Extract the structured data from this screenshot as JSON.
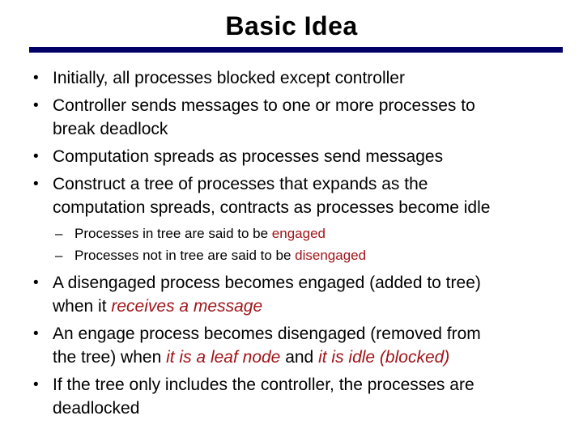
{
  "slide": {
    "title": "Basic Idea",
    "colors": {
      "background": "#ffffff",
      "body_text": "#000000",
      "rule_navy": "#000066",
      "accent_red": "#a01419"
    },
    "markers": {
      "bullet": "•",
      "dash": "–"
    },
    "bullets": [
      {
        "level": 1,
        "lines": [
          [
            {
              "t": "Initially, all processes blocked except controller"
            }
          ]
        ]
      },
      {
        "level": 1,
        "lines": [
          [
            {
              "t": "Controller sends messages to one or more processes to"
            }
          ],
          [
            {
              "t": "break deadlock"
            }
          ]
        ]
      },
      {
        "level": 1,
        "lines": [
          [
            {
              "t": "Computation spreads as processes send messages"
            }
          ]
        ]
      },
      {
        "level": 1,
        "lines": [
          [
            {
              "t": "Construct a tree of processes that expands as the"
            }
          ],
          [
            {
              "t": "computation spreads, contracts as processes become idle"
            }
          ]
        ]
      },
      {
        "level": 2,
        "lines": [
          [
            {
              "t": "Processes in tree are said to be "
            },
            {
              "t": "engaged",
              "s": "red"
            }
          ]
        ]
      },
      {
        "level": 2,
        "lines": [
          [
            {
              "t": "Processes not in tree are said to be "
            },
            {
              "t": "disengaged",
              "s": "red"
            }
          ]
        ]
      },
      {
        "level": 1,
        "lines": [
          [
            {
              "t": "A disengaged process becomes engaged (added to tree)"
            }
          ],
          [
            {
              "t": "when it "
            },
            {
              "t": "receives a message",
              "s": "red-italic"
            }
          ]
        ]
      },
      {
        "level": 1,
        "lines": [
          [
            {
              "t": "An engage process becomes disengaged (removed from"
            }
          ],
          [
            {
              "t": "the tree) when "
            },
            {
              "t": "it is a leaf node",
              "s": "red-italic"
            },
            {
              "t": " and "
            },
            {
              "t": "it is idle (blocked)",
              "s": "red-italic"
            }
          ]
        ]
      },
      {
        "level": 1,
        "lines": [
          [
            {
              "t": "If the tree only includes the controller, the processes are"
            }
          ],
          [
            {
              "t": "deadlocked"
            }
          ]
        ]
      }
    ]
  }
}
